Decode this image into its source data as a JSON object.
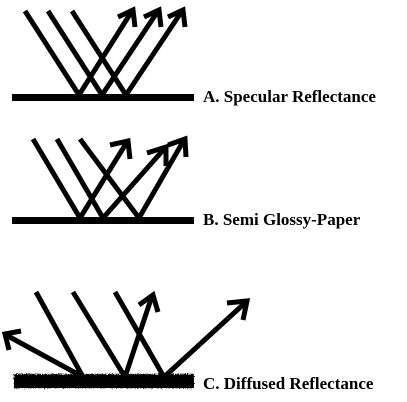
{
  "panels": [
    {
      "id": "specular",
      "label": "A. Specular Reflectance"
    },
    {
      "id": "semi-glossy",
      "label": "B. Semi Glossy-Paper"
    },
    {
      "id": "diffused",
      "label": "C. Diffused Reflectance"
    }
  ]
}
